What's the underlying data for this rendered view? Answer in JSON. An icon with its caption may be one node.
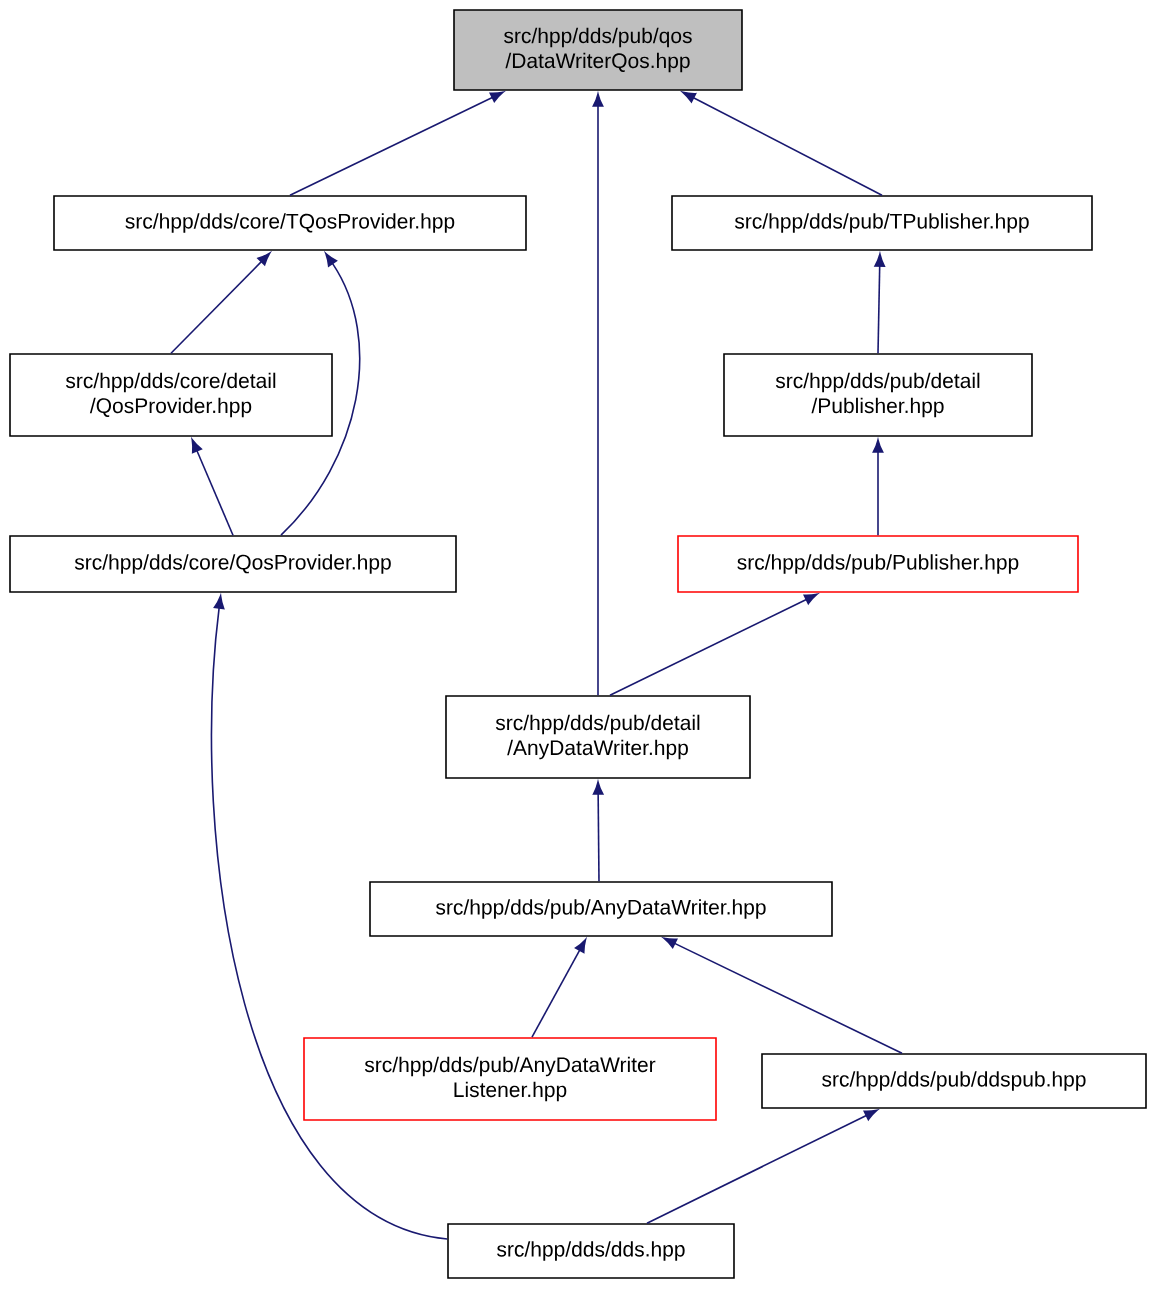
{
  "diagram": {
    "nodes": [
      {
        "text": [
          "src/hpp/dds/pub/qos /DataWriterQos.hpp"
        ]
      },
      {
        "text": [
          "src/hpp/dds/core/TQosProvider.hpp"
        ]
      },
      {
        "text": [
          "src/hpp/dds/pub/TPublisher.hpp"
        ]
      },
      {
        "text": [
          "src/hpp/dds/core/detail /QosProvider.hpp"
        ]
      },
      {
        "text": [
          "src/hpp/dds/pub/detail /Publisher.hpp"
        ]
      },
      {
        "text": [
          "src/hpp/dds/core/QosProvider.hpp"
        ]
      },
      {
        "text": [
          "src/hpp/dds/pub/Publisher.hpp"
        ]
      },
      {
        "text": [
          "src/hpp/dds/pub/detail /AnyDataWriter.hpp"
        ]
      },
      {
        "text": [
          "src/hpp/dds/pub/AnyDataWriter.hpp"
        ]
      },
      {
        "text": [
          "src/hpp/dds/pub/AnyDataWriter Listener.hpp"
        ]
      },
      {
        "text": [
          "src/hpp/dds/pub/ddspub.hpp"
        ]
      },
      {
        "text": [
          "src/hpp/dds/dds.hpp"
        ]
      }
    ],
    "edges": [
      {
        "from": 1,
        "to": 0,
        "arrow": "to"
      },
      {
        "from": 2,
        "to": 0,
        "arrow": "to"
      },
      {
        "from": 7,
        "to": 0,
        "arrow": "to"
      },
      {
        "from": 3,
        "to": 1,
        "arrow": "to"
      },
      {
        "from": 5,
        "to": 1,
        "arrow": "to"
      },
      {
        "from": 5,
        "to": 3,
        "arrow": "to"
      },
      {
        "from": 4,
        "to": 2,
        "arrow": "to"
      },
      {
        "from": 6,
        "to": 4,
        "arrow": "to"
      },
      {
        "from": 7,
        "to": 6,
        "arrow": "to"
      },
      {
        "from": 11,
        "to": 5,
        "arrow": "to"
      },
      {
        "from": 8,
        "to": 7,
        "arrow": "to"
      },
      {
        "from": 9,
        "to": 8,
        "arrow": "to"
      },
      {
        "from": 10,
        "to": 8,
        "arrow": "to"
      },
      {
        "from": 11,
        "to": 10,
        "arrow": "to"
      }
    ]
  }
}
